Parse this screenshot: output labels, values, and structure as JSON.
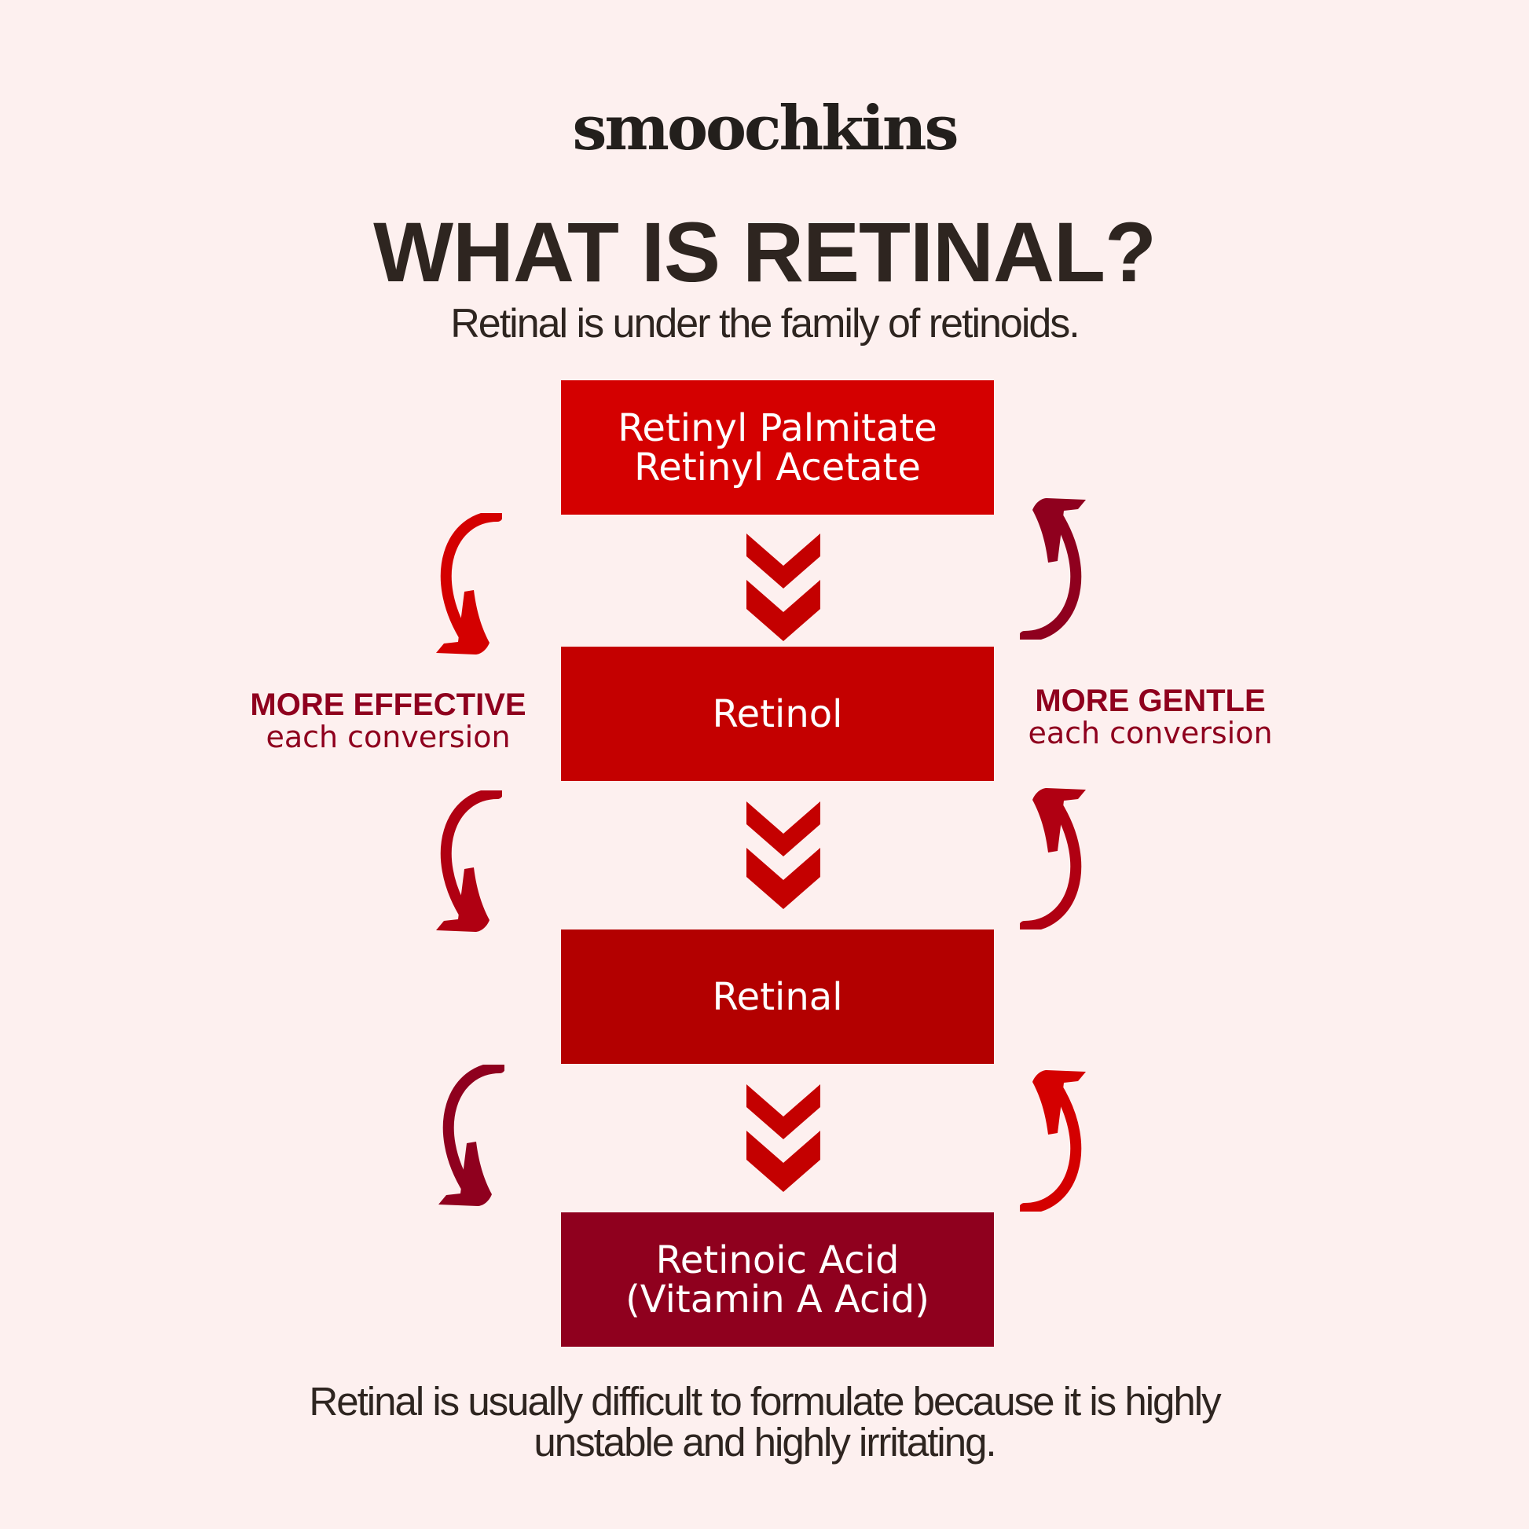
{
  "brand": {
    "logo_text": "smoochkins"
  },
  "header": {
    "title": "WHAT IS RETINAL?",
    "subtitle": "Retinal is under the family of retinoids."
  },
  "steps": [
    {
      "line1": "Retinyl Palmitate",
      "line2": "Retinyl Acetate",
      "color": "#d40000"
    },
    {
      "line1": "Retinol",
      "line2": "",
      "color": "#c40000"
    },
    {
      "line1": "Retinal",
      "line2": "",
      "color": "#b30000"
    },
    {
      "line1": "Retinoic Acid",
      "line2": "(Vitamin A Acid)",
      "color": "#8f001e"
    }
  ],
  "left_label": {
    "title": "MORE EFFECTIVE",
    "sub": "each conversion"
  },
  "right_label": {
    "title": "MORE GENTLE",
    "sub": "each conversion"
  },
  "footer": {
    "line1": "Retinal is usually difficult to formulate because it is highly",
    "line2": "unstable and highly irritating."
  },
  "colors": {
    "chevron": "#c40000",
    "label": "#8f001e",
    "arrow_bright": "#d40000",
    "arrow_mid": "#b00012",
    "arrow_dark": "#8f001e"
  }
}
